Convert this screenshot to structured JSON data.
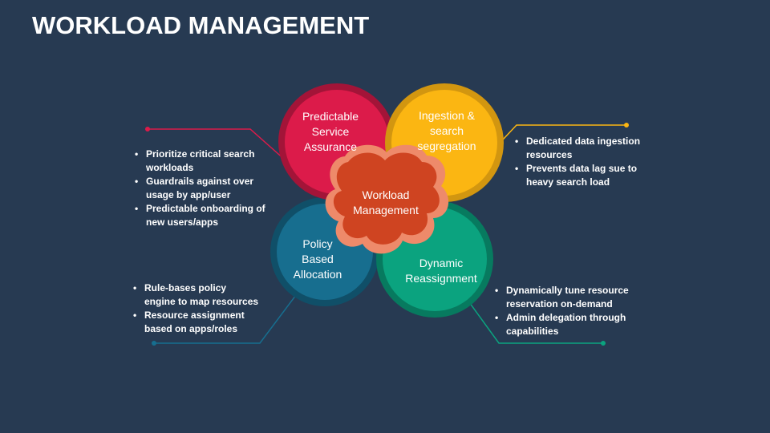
{
  "title": "WORKLOAD MANAGEMENT",
  "center": {
    "label": "Workload Management",
    "color": "#cf4421",
    "outline": "#ee8a6a"
  },
  "petals": [
    {
      "id": "predictable",
      "label": "Predictable Service Assurance",
      "color": "#dc1b4a",
      "ring": "#a31438",
      "bullets": [
        "Prioritize critical search workloads",
        "Guardrails against over usage by app/user",
        "Predictable onboarding of new users/apps"
      ]
    },
    {
      "id": "ingestion",
      "label": "Ingestion & search segregation",
      "color": "#fbb612",
      "ring": "#d29610",
      "bullets": [
        "Dedicated data ingestion resources",
        "Prevents data lag sue to heavy search load"
      ]
    },
    {
      "id": "policy",
      "label": "Policy Based Allocation",
      "color": "#176e8f",
      "ring": "#104f68",
      "bullets": [
        "Rule-bases policy engine to map resources",
        "Resource assignment based on apps/roles"
      ]
    },
    {
      "id": "dynamic",
      "label": "Dynamic Reassignment",
      "color": "#0ba37f",
      "ring": "#077a5f",
      "bullets": [
        "Dynamically tune resource reservation on-demand",
        "Admin delegation through capabilities"
      ]
    }
  ]
}
